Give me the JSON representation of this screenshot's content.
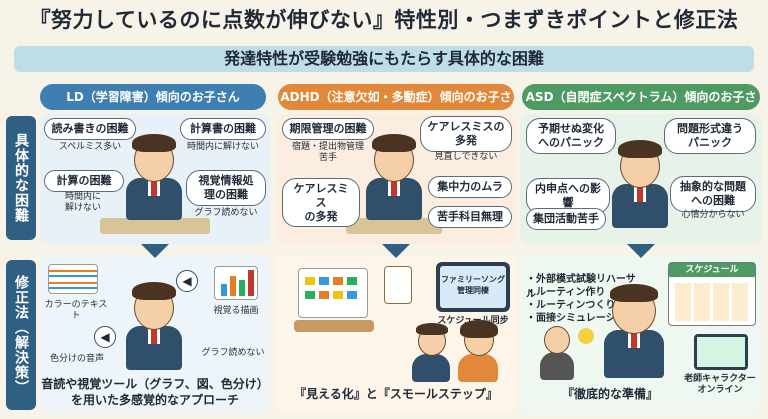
{
  "title": "『努力しているのに点数が伸びない』特性別・つまずきポイントと修正法",
  "subtitle": "発達特性が受験勉強にもたらす具体的な困難",
  "side_labels": {
    "top": "具体的な困難",
    "bottom": "修正法（解決策）"
  },
  "columns": [
    {
      "heading": "LD（学習障害）傾向のお子さん",
      "bubbles": [
        {
          "text": "読み書きの困難",
          "note": "スペルミス多い"
        },
        {
          "text": "計算書の困難",
          "note": "時間内に解けない"
        },
        {
          "text": "計算の困難",
          "note": "時間内に\n解けない"
        },
        {
          "text": "視覚情報処\n理の困難",
          "note": "グラフ読めない"
        }
      ],
      "solution_labels": [
        "カラーのテキスト",
        "視覚る描画",
        "色分けの音声",
        "グラフ読めない"
      ],
      "caption": "音読や視覚ツール（グラフ、図、色分け）\nを用いた多感覚的なアプローチ"
    },
    {
      "heading": "ADHD（注意欠如・多動症）傾向のお子さん",
      "bubbles": [
        {
          "text": "期限管理の困難",
          "note": "宿題・提出物管理\n苦手"
        },
        {
          "text": "ケアレスミスの\n多発",
          "note": "見直しできない"
        },
        {
          "text": "ケアレスミス\nの多発",
          "note": ""
        },
        {
          "text": "集中力のムラ",
          "note": ""
        },
        {
          "text": "苦手科目無理",
          "note": ""
        }
      ],
      "tablet_text": "ファミリーソング\n管理同棲",
      "tablet_caption": "スケジュール同步",
      "caption": "『見える化』と『スモールステップ』"
    },
    {
      "heading": "ASD（自閉症スペクトラム）傾向のお子さん",
      "bubbles": [
        {
          "text": "予期せぬ変化\nへのパニック",
          "note": ""
        },
        {
          "text": "問題形式違う\nパニック",
          "note": ""
        },
        {
          "text": "内申点への影響",
          "note": ""
        },
        {
          "text": "抽象的な問題\nへの困難",
          "note": "心情分からない"
        },
        {
          "text": "集団活動苦手",
          "note": ""
        }
      ],
      "solution_list": [
        "・外部模式試験リハーサル",
        "・ルーティン作り",
        "・ルーティンつくり",
        "・面接シミュレーション"
      ],
      "schedule_title": "スケジュール",
      "teacher_caption": "老師キャラクター\nオンライン",
      "caption": "『徹底的な準備』"
    }
  ],
  "colors": {
    "ld": "#3d7fb0",
    "adhd": "#e1883a",
    "asd": "#4e9a63",
    "side": "#2f5f82"
  }
}
